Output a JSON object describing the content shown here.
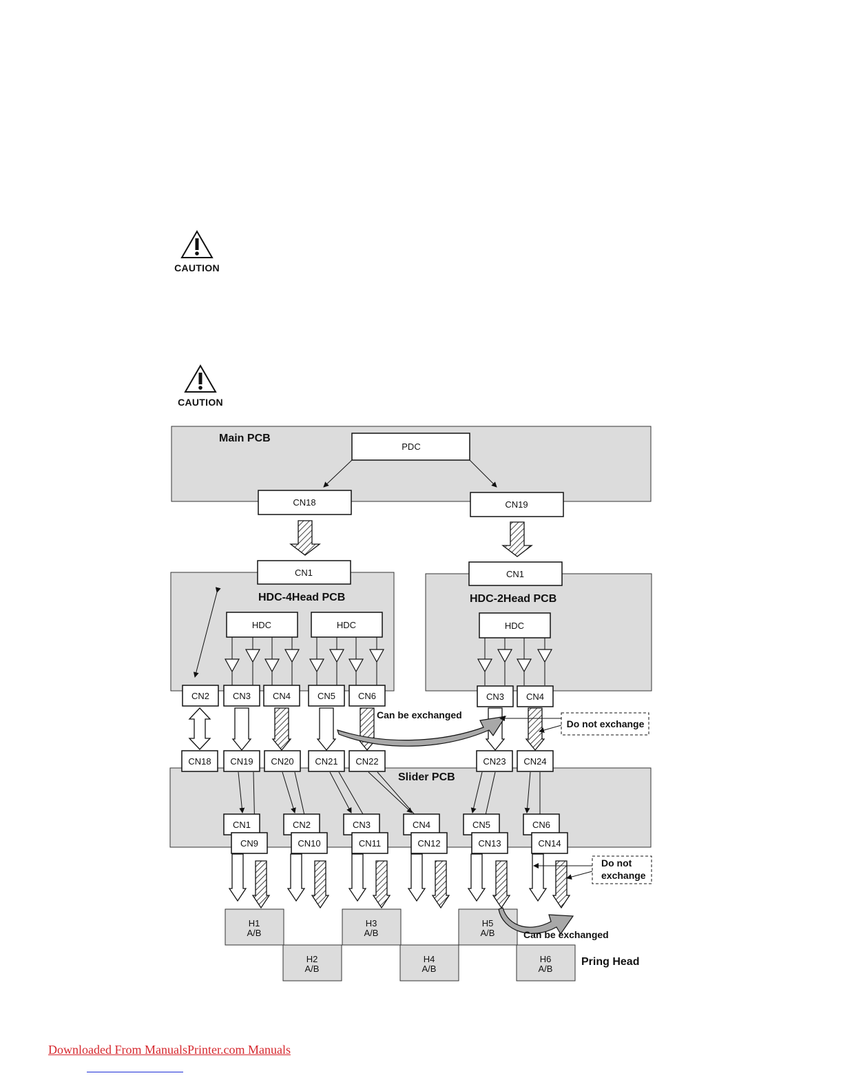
{
  "caution": {
    "label": "CAUTION"
  },
  "diagram": {
    "main_pcb": {
      "title": "Main PCB",
      "pdc": "PDC",
      "left_connector": "CN18",
      "right_connector": "CN19"
    },
    "hdc4": {
      "title": "HDC-4Head PCB",
      "input": "CN1",
      "chip1": "HDC",
      "chip2": "HDC",
      "connectors": [
        "CN2",
        "CN3",
        "CN4",
        "CN5",
        "CN6"
      ]
    },
    "hdc2": {
      "title": "HDC-2Head PCB",
      "input": "CN1",
      "chip": "HDC",
      "connectors": [
        "CN3",
        "CN4"
      ]
    },
    "slider_top_connectors": [
      "CN18",
      "CN19",
      "CN20",
      "CN21",
      "CN22",
      "CN23",
      "CN24"
    ],
    "slider": {
      "title": "Slider PCB",
      "upper": [
        "CN1",
        "CN2",
        "CN3",
        "CN4",
        "CN5",
        "CN6"
      ],
      "lower": [
        "CN9",
        "CN10",
        "CN11",
        "CN12",
        "CN13",
        "CN14"
      ]
    },
    "heads": [
      {
        "name": "H1",
        "sub": "A/B"
      },
      {
        "name": "H2",
        "sub": "A/B"
      },
      {
        "name": "H3",
        "sub": "A/B"
      },
      {
        "name": "H4",
        "sub": "A/B"
      },
      {
        "name": "H5",
        "sub": "A/B"
      },
      {
        "name": "H6",
        "sub": "A/B"
      }
    ],
    "print_head_label": "Pring Head",
    "can_exchange_top": "Can be exchanged",
    "do_not_exchange_top": "Do not exchange",
    "can_exchange_bottom": "Can be exchanged",
    "do_not_exchange_bottom_line1": "Do not",
    "do_not_exchange_bottom_line2": "exchange"
  },
  "footer": {
    "text": "Downloaded From ManualsPrinter.com Manuals"
  }
}
